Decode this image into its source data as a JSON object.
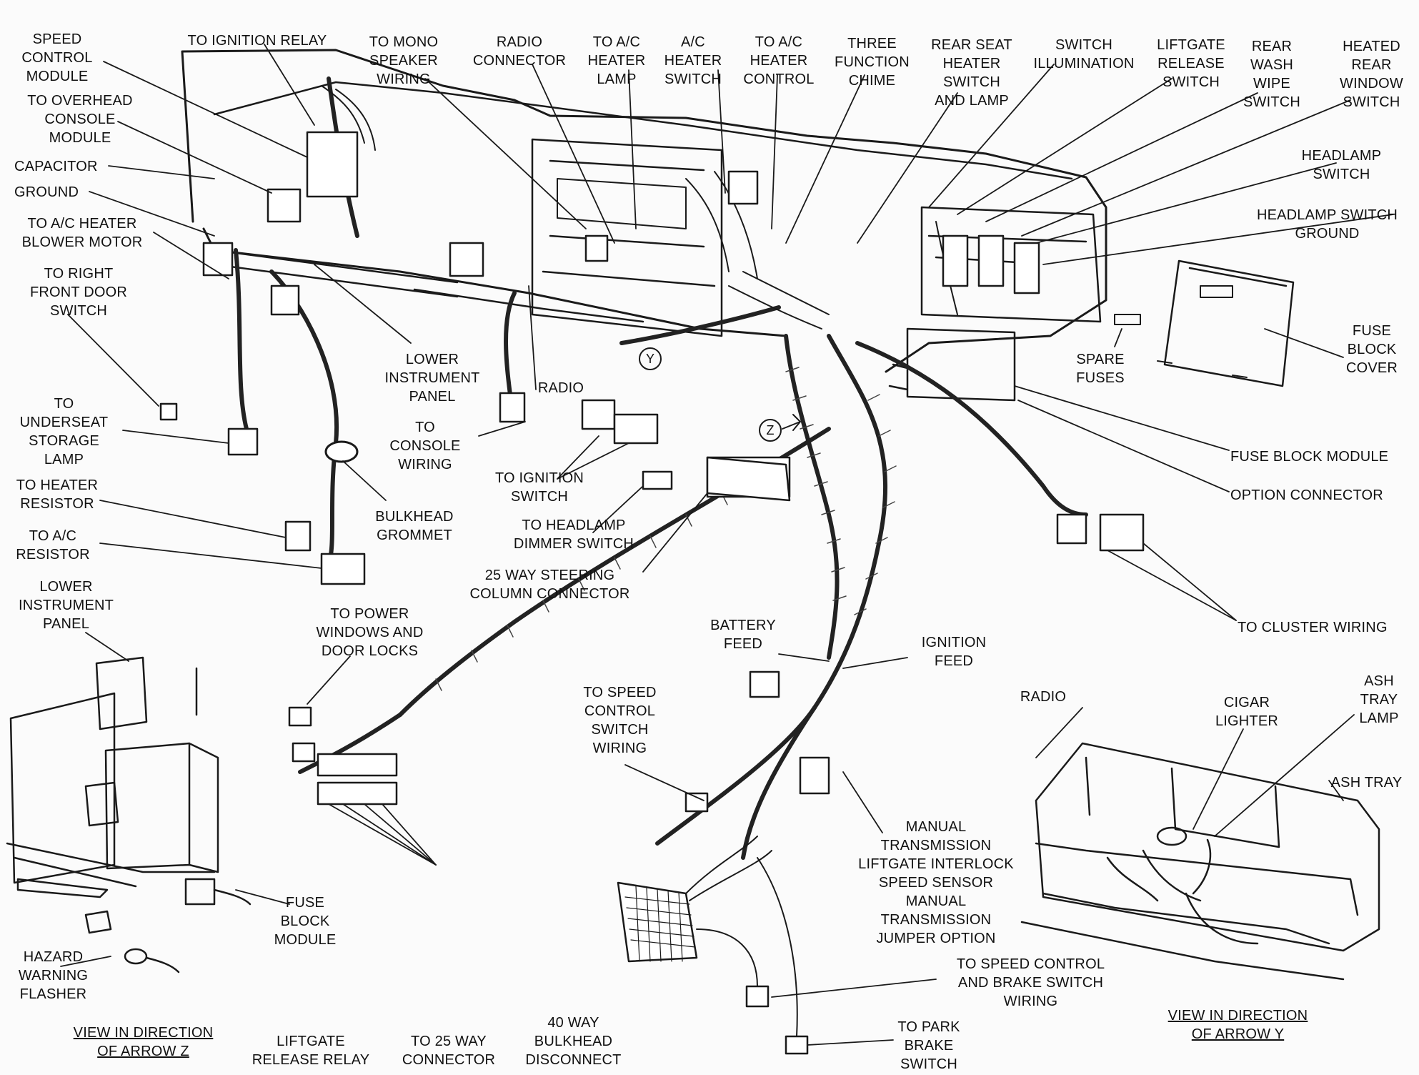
{
  "labels": {
    "speed_control_module": "SPEED\nCONTROL\nMODULE",
    "to_ignition_relay": "TO IGNITION RELAY",
    "to_mono_speaker_wiring": "TO MONO\nSPEAKER\nWIRING",
    "radio_connector": "RADIO\nCONNECTOR",
    "to_ac_heater_lamp": "TO A/C\nHEATER\nLAMP",
    "ac_heater_switch": "A/C\nHEATER\nSWITCH",
    "to_ac_heater_control": "TO A/C\nHEATER\nCONTROL",
    "three_function_chime": "THREE\nFUNCTION\nCHIME",
    "rear_seat_heater_switch_and_lamp": "REAR SEAT\nHEATER\nSWITCH\nAND LAMP",
    "switch_illumination": "SWITCH\nILLUMINATION",
    "liftgate_release_switch": "LIFTGATE\nRELEASE\nSWITCH",
    "rear_wash_wipe_switch": "REAR\nWASH\nWIPE\nSWITCH",
    "heated_rear_window_switch": "HEATED\nREAR\nWINDOW\nSWITCH",
    "to_overhead_console_module": "TO OVERHEAD\nCONSOLE\nMODULE",
    "capacitor": "CAPACITOR",
    "ground": "GROUND",
    "to_ac_heater_blower_motor": "TO A/C HEATER\nBLOWER MOTOR",
    "to_right_front_door_switch": "TO RIGHT\nFRONT DOOR\nSWITCH",
    "headlamp_switch": "HEADLAMP\nSWITCH",
    "headlamp_switch_ground": "HEADLAMP SWITCH\nGROUND",
    "fuse_block_cover": "FUSE\nBLOCK\nCOVER",
    "spare_fuses": "SPARE\nFUSES",
    "lower_instrument_panel_main": "LOWER\nINSTRUMENT\nPANEL",
    "radio_main": "RADIO",
    "to_console_wiring": "TO\nCONSOLE\nWIRING",
    "to_underseat_storage_lamp": "TO\nUNDERSEAT\nSTORAGE\nLAMP",
    "to_heater_resistor": "TO HEATER\nRESISTOR",
    "to_ac_resistor": "TO A/C\nRESISTOR",
    "bulkhead_grommet": "BULKHEAD\nGROMMET",
    "to_ignition_switch": "TO IGNITION\nSWITCH",
    "to_headlamp_dimmer_switch": "TO HEADLAMP\nDIMMER SWITCH",
    "steering_column_connector": "25 WAY STEERING\nCOLUMN CONNECTOR",
    "fuse_block_module_main": "FUSE BLOCK MODULE",
    "option_connector": "OPTION CONNECTOR",
    "to_cluster_wiring": "TO CLUSTER WIRING",
    "lower_instrument_panel_inset": "LOWER\nINSTRUMENT\nPANEL",
    "to_power_windows_and_door_locks": "TO POWER\nWINDOWS AND\nDOOR LOCKS",
    "battery_feed": "BATTERY\nFEED",
    "ignition_feed": "IGNITION\nFEED",
    "radio_inset": "RADIO",
    "cigar_lighter": "CIGAR\nLIGHTER",
    "ash_tray_lamp": "ASH\nTRAY\nLAMP",
    "ash_tray": "ASH TRAY",
    "to_speed_control_switch_wiring": "TO SPEED\nCONTROL\nSWITCH\nWIRING",
    "manual_transmission_group": "MANUAL\nTRANSMISSION\nLIFTGATE INTERLOCK\nSPEED SENSOR\nMANUAL\nTRANSMISSION\nJUMPER OPTION",
    "fuse_block_module_inset": "FUSE\nBLOCK\nMODULE",
    "hazard_warning_flasher": "HAZARD\nWARNING\nFLASHER",
    "to_speed_control_and_brake_switch_wiring": "TO SPEED CONTROL\nAND BRAKE SWITCH\nWIRING",
    "view_arrow_z": "VIEW IN DIRECTION\nOF ARROW Z",
    "liftgate_release_relay": "LIFTGATE\nRELEASE RELAY",
    "to_25_way_connector": "TO 25 WAY\nCONNECTOR",
    "bulkhead_disconnect_40_way": "40 WAY\nBULKHEAD\nDISCONNECT",
    "to_park_brake_switch": "TO PARK\nBRAKE\nSWITCH",
    "view_arrow_y": "VIEW IN DIRECTION\nOF ARROW Y"
  },
  "callouts": {
    "y": "Y",
    "z": "Z"
  }
}
